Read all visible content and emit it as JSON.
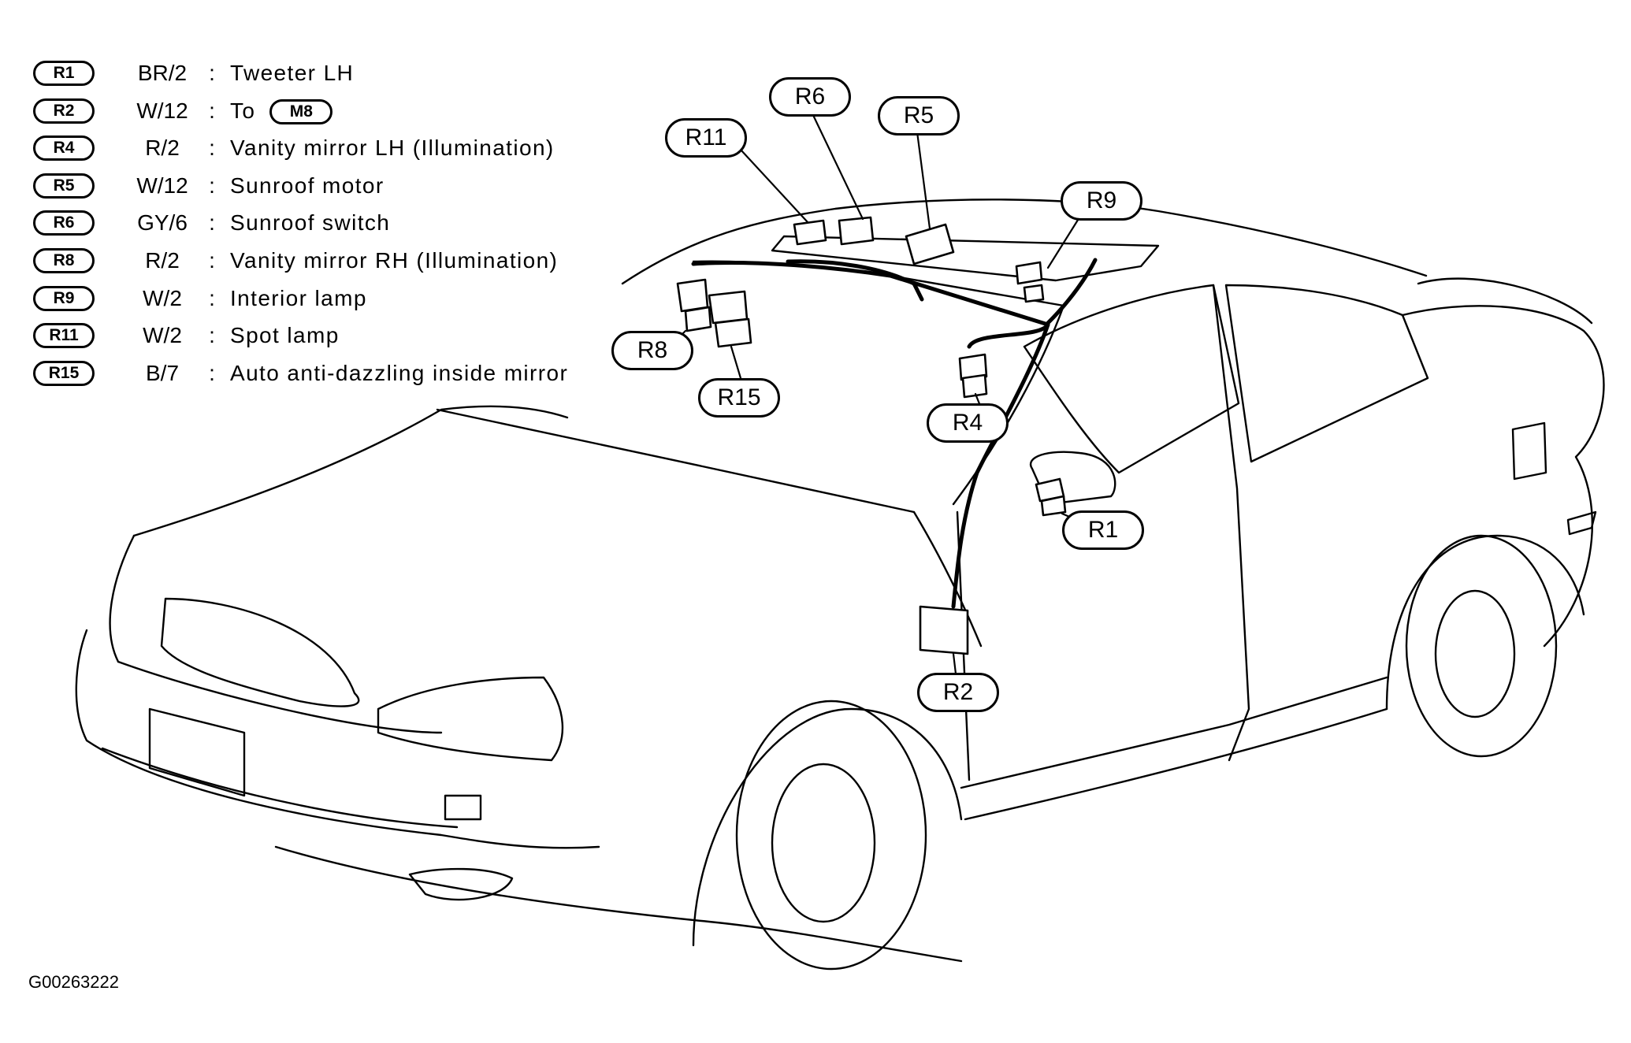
{
  "legend": [
    {
      "id": "R1",
      "code": "BR/2",
      "desc": "Tweeter LH"
    },
    {
      "id": "R2",
      "code": "W/12",
      "desc": "To",
      "ref": "M8"
    },
    {
      "id": "R4",
      "code": "R/2",
      "desc": "Vanity mirror LH (Illumination)"
    },
    {
      "id": "R5",
      "code": "W/12",
      "desc": "Sunroof motor"
    },
    {
      "id": "R6",
      "code": "GY/6",
      "desc": "Sunroof switch"
    },
    {
      "id": "R8",
      "code": "R/2",
      "desc": "Vanity mirror RH (Illumination)"
    },
    {
      "id": "R9",
      "code": "W/2",
      "desc": "Interior lamp"
    },
    {
      "id": "R11",
      "code": "W/2",
      "desc": "Spot lamp"
    },
    {
      "id": "R15",
      "code": "B/7",
      "desc": "Auto anti-dazzling inside mirror"
    }
  ],
  "separator": ":",
  "callouts": {
    "r1": "R1",
    "r2": "R2",
    "r4": "R4",
    "r5": "R5",
    "r6": "R6",
    "r8": "R8",
    "r9": "R9",
    "r11": "R11",
    "r15": "R15"
  },
  "figure_id": "G00263222"
}
